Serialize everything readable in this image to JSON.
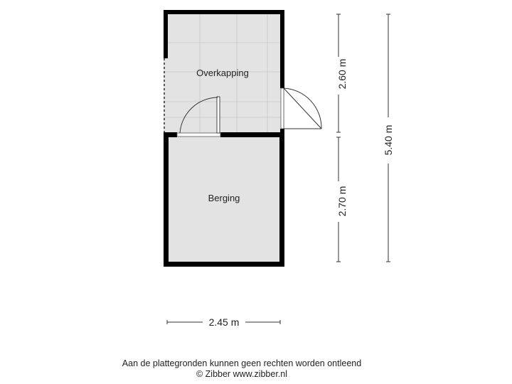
{
  "rooms": {
    "top": {
      "label": "Overkapping"
    },
    "bottom": {
      "label": "Berging"
    }
  },
  "dimensions": {
    "top_height": "2.60 m",
    "bottom_height": "2.70 m",
    "total_height": "5.40 m",
    "width": "2.45 m"
  },
  "footer": {
    "disclaimer": "Aan de plattegronden kunnen geen rechten worden ontleend",
    "copyright": "© Zibber www.zibber.nl"
  },
  "colors": {
    "wall": "#000000",
    "floor_fill": "#e3e3e3",
    "grid_line": "#c9c9c9",
    "dimension_line": "#333333"
  }
}
